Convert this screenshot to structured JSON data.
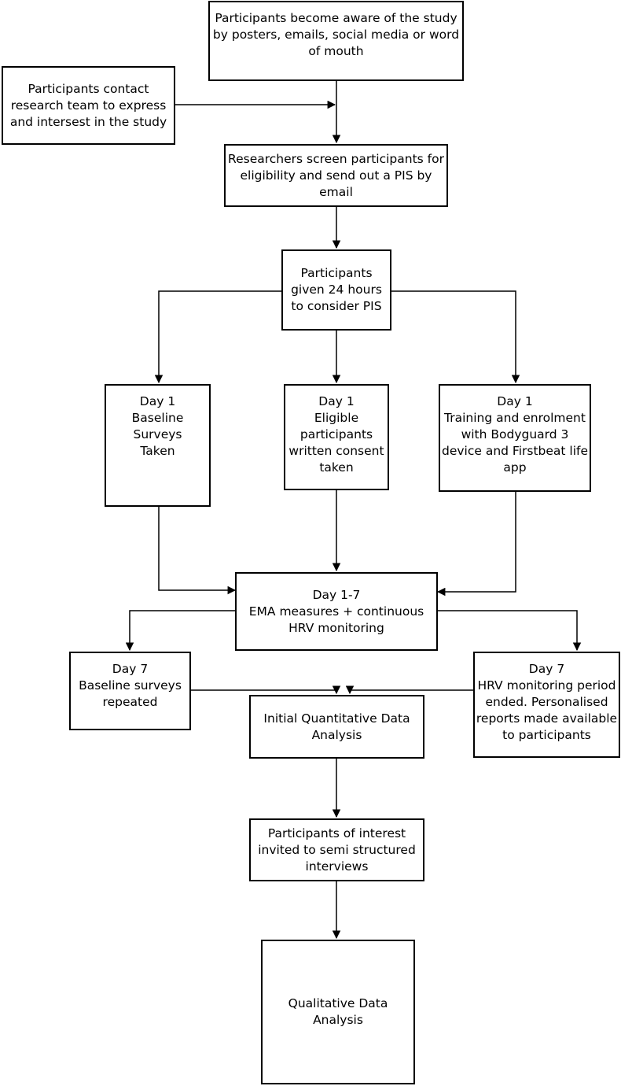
{
  "nodes": {
    "awareness": "Participants become aware of the study\nby posters, emails, social media or word\nof mouth",
    "contact": "Participants contact\nresearch team to express\nand intersest in the study",
    "screen": "Researchers screen participants for\neligibility and send out a PIS by\nemail",
    "consider": "Participants\ngiven 24 hours\nto consider PIS",
    "baseline": "Day 1\nBaseline Surveys\nTaken",
    "consent": "Day 1\nEligible\nparticipants\nwritten consent\ntaken",
    "training": "Day 1\nTraining and enrolment\nwith Bodyguard 3\ndevice and Firstbeat life\napp",
    "ema": "Day 1-7\nEMA measures + continuous\nHRV monitoring",
    "repeat": "Day 7\nBaseline surveys\nrepeated",
    "hrv_end": "Day 7\nHRV monitoring period\nended.  Personalised\nreports made available\nto participants",
    "quant": "Initial Quantitative Data\nAnalysis",
    "interviews": "Participants of interest\ninvited to semi structured\ninterviews",
    "qual": "Qualitative Data Analysis"
  }
}
